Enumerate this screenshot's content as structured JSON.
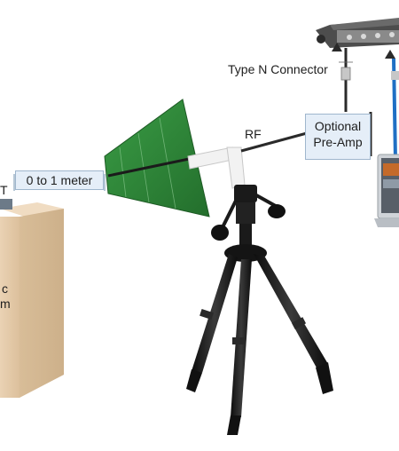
{
  "labels": {
    "type_n_connector": "Type N Connector",
    "rf": "RF",
    "pre_amp_line1": "Optional",
    "pre_amp_line2": "Pre-Amp",
    "distance": "0 to 1 meter",
    "eut_fragment": "T",
    "box_line1_fragment": "c",
    "box_line2_fragment": "m"
  },
  "colors": {
    "antenna_green": "#2f8a3a",
    "label_box": "#e5eef8",
    "cabinet": "#e6c9a8",
    "cable": "#2a2a2a",
    "usb_cable": "#1f6fc4"
  }
}
